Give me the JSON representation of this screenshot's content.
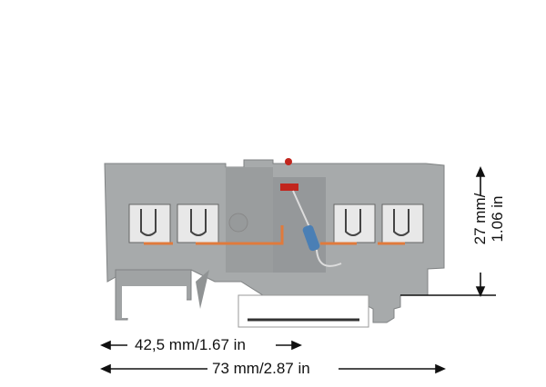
{
  "dimensions": {
    "width_partial": "42,5 mm/1.67 in",
    "width_total": "73 mm/2.87 in",
    "height_line1": "27 mm/",
    "height_line2": "1.06 in"
  },
  "colors": {
    "housing": "#a7aaab",
    "housing_dark": "#8d9091",
    "contact": "#e07a3c",
    "led": "#c2261e"
  }
}
